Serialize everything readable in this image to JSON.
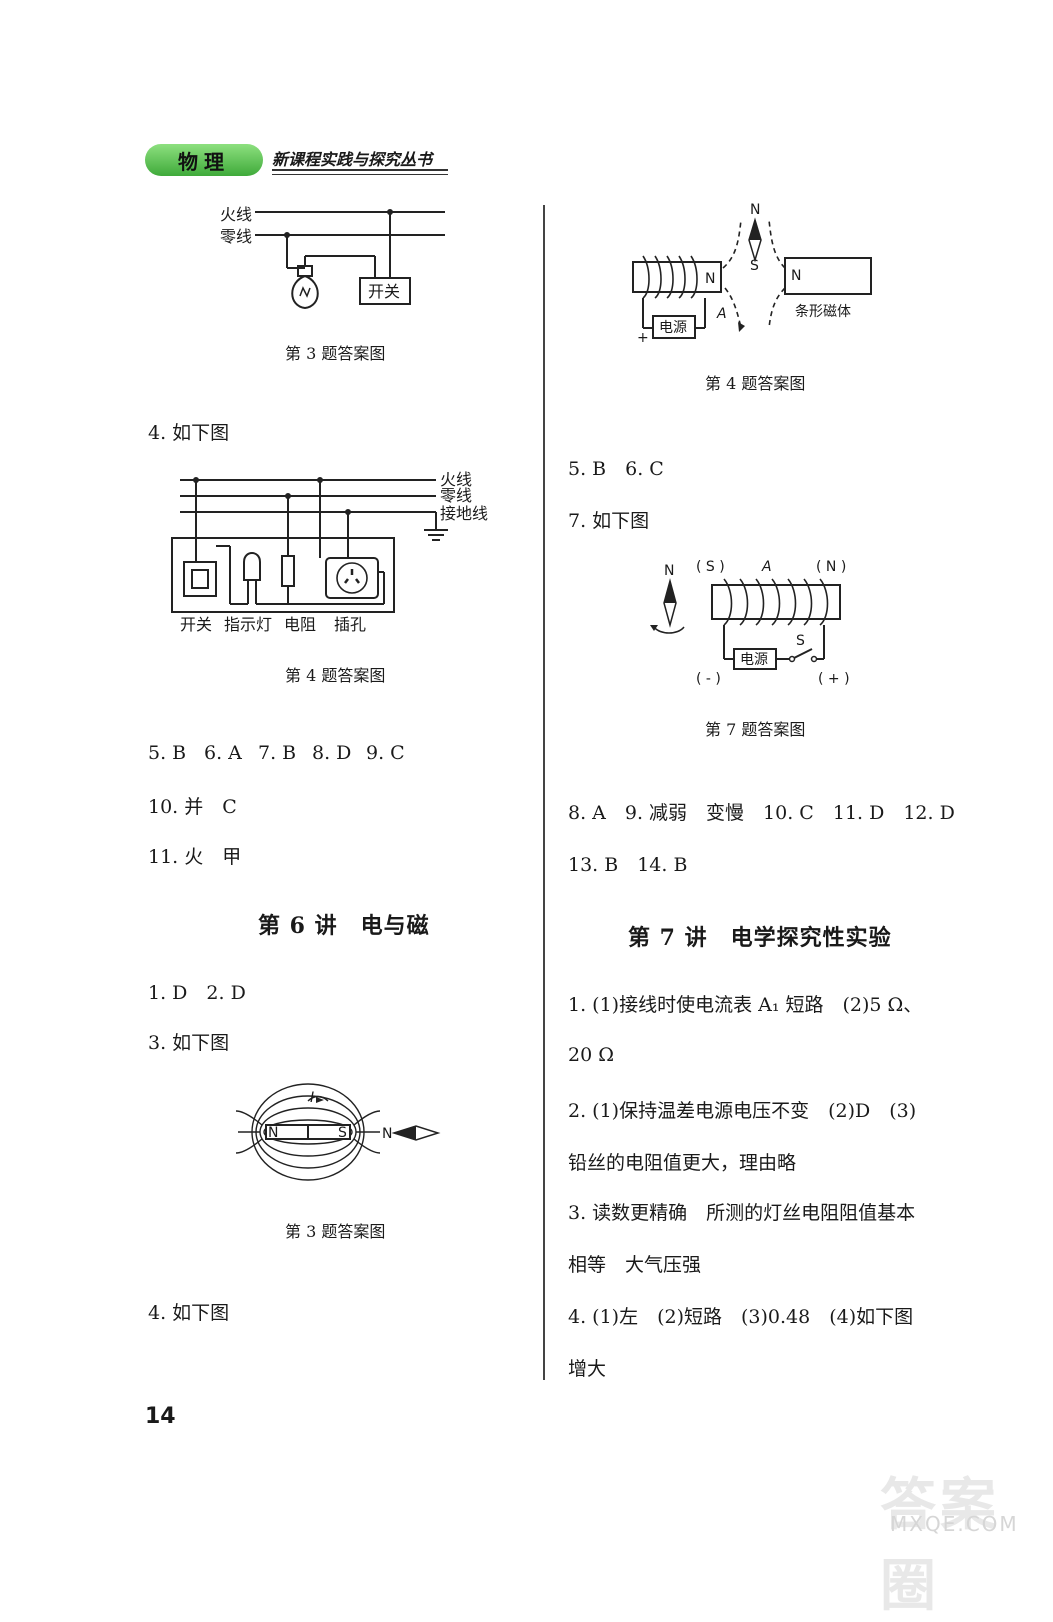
{
  "header": {
    "subject": "物理",
    "series": "新课程实践与探究丛书"
  },
  "left": {
    "fig3a": {
      "live": "火线",
      "neutral": "零线",
      "switch": "开关",
      "caption": "第 3 题答案图"
    },
    "q4": "4. 如下图",
    "fig4": {
      "live": "火线",
      "neutral": "零线",
      "ground": "接地线",
      "labels": [
        "开关",
        "指示灯",
        "电阻",
        "插孔"
      ],
      "caption": "第 4 题答案图"
    },
    "answers1": [
      "5. B",
      "6. A",
      "7. B",
      "8. D",
      "9. C"
    ],
    "q10": "10. 并　C",
    "q11": "11. 火　甲",
    "section6": "第 6 讲　电与磁",
    "q1_2": "1. D　2. D",
    "q3": "3. 如下图",
    "fig3b": {
      "n": "N",
      "s": "S",
      "n_needle": "N",
      "i": "I",
      "caption": "第 3 题答案图"
    },
    "q4b": "4. 如下图"
  },
  "right": {
    "fig4": {
      "compass_n": "N",
      "compass_s": "S",
      "coil_n": "N",
      "magnet_n": "N",
      "magnet_label": "条形磁体",
      "power": "电源",
      "point_a": "A",
      "plus": "+",
      "caption": "第 4 题答案图"
    },
    "answers1": "5. B　6. C",
    "q7": "7. 如下图",
    "fig7": {
      "n": "N",
      "s_pole": "( S )",
      "point_a": "A",
      "n_pole": "( N )",
      "switch": "S",
      "power": "电源",
      "minus": "( - )",
      "plus": "( + )",
      "caption": "第 7 题答案图"
    },
    "answers2": "8. A　9. 减弱　变慢　10. C　11. D　12. D",
    "answers3": "13. B　14. B",
    "section7": "第 7 讲　电学探究性实验",
    "a1_line1": "1. (1)接线时使电流表 A₁ 短路　(2)5 Ω、",
    "a1_line2": "20 Ω",
    "a2_line1": "2. (1)保持温差电源电压不变　(2)D　(3)",
    "a2_line2": "铅丝的电阻值更大，理由略",
    "a3_line1": "3. 读数更精确　所测的灯丝电阻阻值基本",
    "a3_line2": "相等　大气压强",
    "a4_line1": "4. (1)左　(2)短路　(3)0.48　(4)如下图",
    "a4_line2": "增大"
  },
  "page_number": "14",
  "watermark": {
    "text": "答案圈",
    "url": "MXQE.COM"
  }
}
